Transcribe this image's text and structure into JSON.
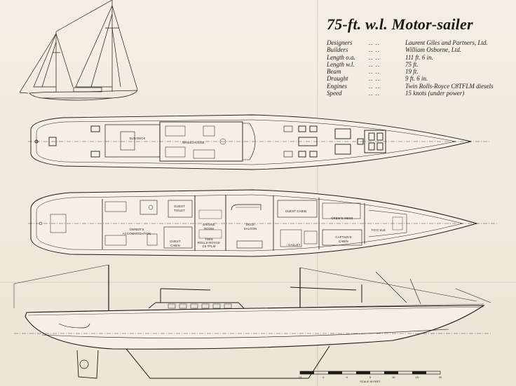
{
  "title": "75-ft. w.l. Motor-sailer",
  "specs": [
    {
      "key": "Designers",
      "dots": ".. ..",
      "value": "Laurent Giles and Partners, Ltd."
    },
    {
      "key": "Builders",
      "dots": ".. ..",
      "value": "William Osborne, Ltd."
    },
    {
      "key": "Length o.a.",
      "dots": ".. ..",
      "value": "111 ft. 6 in."
    },
    {
      "key": "Length w.l.",
      "dots": ".. ..",
      "value": "75 ft."
    },
    {
      "key": "Beam",
      "dots": ".. ..",
      "value": "19 ft."
    },
    {
      "key": "Draught",
      "dots": ".. ..",
      "value": "9 ft. 6 in."
    },
    {
      "key": "Engines",
      "dots": ".. ..",
      "value": "Twin Rolls-Royce C8TFLM diesels"
    },
    {
      "key": "Speed",
      "dots": ".. ..",
      "value": "15 knots (under power)"
    }
  ],
  "deck_plan": {
    "sun_deck": "SUN DECK",
    "wheelhouse": "WHEELHOUSE"
  },
  "accommodation": {
    "owners": [
      "OWNER'S",
      "ACCOMMODATION"
    ],
    "guest_toilet": [
      "GUEST",
      "TOILET"
    ],
    "guest_cabin_aft": [
      "GUEST",
      "CABIN"
    ],
    "engine_room": [
      "ENGINE",
      "ROOM"
    ],
    "engine_note": [
      "TWIN",
      "ROLLS-ROYCE",
      "C8 TFLM"
    ],
    "deck_saloon": [
      "DECK",
      "SALOON"
    ],
    "guest_cabin_fwd": "GUEST CABIN",
    "galley": "GALLEY",
    "crews_mess": "CREW'S MESS",
    "captains_cabin": [
      "CAPTAIN'S",
      "CABIN"
    ],
    "fo_c_sle": "FO'C'SLE"
  },
  "scale": {
    "label": "SCALE IN FEET",
    "ticks": [
      "10",
      "5",
      "0",
      "5",
      "10",
      "15",
      "20"
    ]
  },
  "colors": {
    "paper": "#efeadd",
    "ink": "#1d1b18"
  }
}
